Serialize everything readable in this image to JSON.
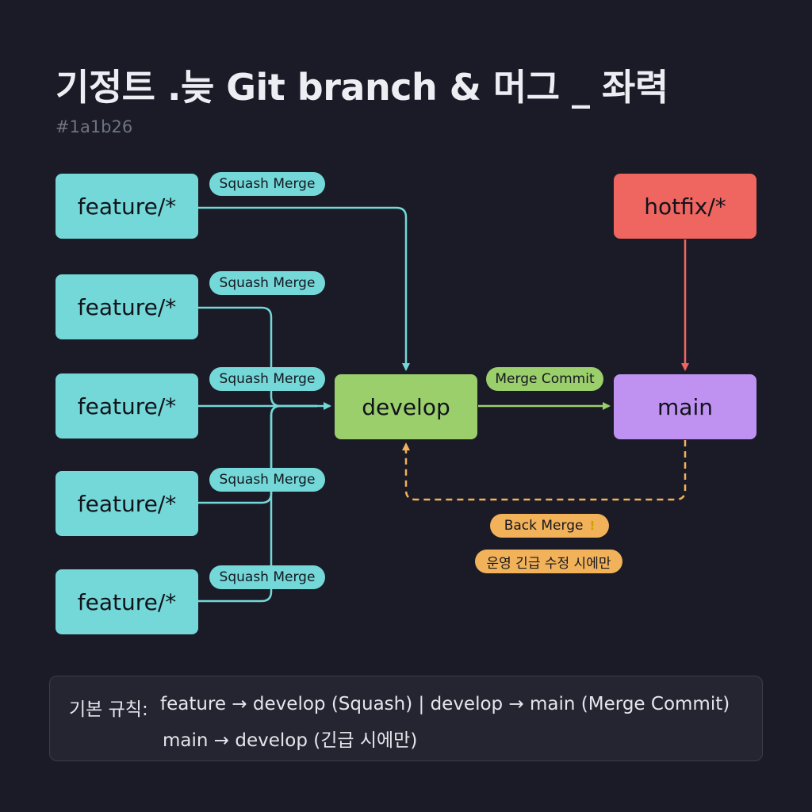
{
  "title": "기정트 .늦 Git branch & 머그 _ 좌력",
  "subtitle": "#1a1b26",
  "nodes": {
    "features": [
      {
        "label": "feature/*",
        "edge_label": "Squash Merge"
      },
      {
        "label": "feature/*",
        "edge_label": "Squash Merge"
      },
      {
        "label": "feature/*",
        "edge_label": "Squash Merge"
      },
      {
        "label": "feature/*",
        "edge_label": "Squash Merge"
      },
      {
        "label": "feature/*",
        "edge_label": "Squash Merge"
      }
    ],
    "develop": "develop",
    "main": "main",
    "hotfix": "hotfix/*"
  },
  "edges": {
    "develop_to_main": "Merge Commit",
    "main_to_develop": "Back Merge",
    "main_to_develop_icon": "warning-icon",
    "main_to_develop_note": "운영 긴급 수정 시에만"
  },
  "rules": {
    "label": "기본 규칙:",
    "line1": "feature → develop (Squash)  |  develop → main (Merge Commit)",
    "line2": "main → develop (긴급 시에만)"
  },
  "colors": {
    "background": "#1a1b26",
    "feature": "#74d8d8",
    "develop": "#9bcf6c",
    "main": "#bf92f2",
    "hotfix": "#ef6560",
    "back_merge": "#f2b25a"
  }
}
